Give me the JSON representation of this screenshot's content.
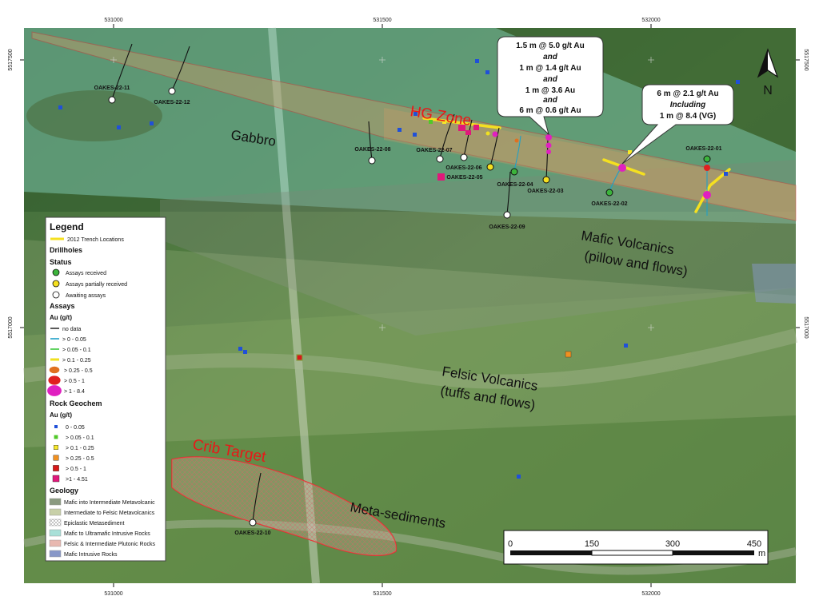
{
  "frame": {
    "x_ticks": [
      "531000",
      "531500",
      "532000"
    ],
    "y_ticks": [
      "5517500",
      "5517000"
    ]
  },
  "zones": {
    "hg": "HG Zone",
    "crib": "Crib Target"
  },
  "geology_labels": {
    "gabbro": "Gabbro",
    "mafic_1": "Mafic Volcanics",
    "mafic_2": "(pillow and flows)",
    "felsic_1": "Felsic Volcanics",
    "felsic_2": "(tuffs and flows)",
    "metased": "Meta-sediments"
  },
  "drillholes": [
    {
      "id": "OAKES-22-11",
      "status": "awaiting"
    },
    {
      "id": "OAKES-22-12",
      "status": "awaiting"
    },
    {
      "id": "OAKES-22-08",
      "status": "awaiting"
    },
    {
      "id": "OAKES-22-07",
      "status": "awaiting"
    },
    {
      "id": "OAKES-22-06",
      "status": "awaiting"
    },
    {
      "id": "OAKES-22-05",
      "status": "partial"
    },
    {
      "id": "OAKES-22-04",
      "status": "received"
    },
    {
      "id": "OAKES-22-03",
      "status": "partial"
    },
    {
      "id": "OAKES-22-09",
      "status": "awaiting"
    },
    {
      "id": "OAKES-22-02",
      "status": "received"
    },
    {
      "id": "OAKES-22-01",
      "status": "received"
    },
    {
      "id": "OAKES-22-10",
      "status": "awaiting"
    }
  ],
  "callouts": {
    "c1": [
      "1.5 m @ 5.0 g/t Au",
      "and",
      "1 m @ 1.4 g/t Au",
      "and",
      "1 m @ 3.6 Au",
      "and",
      "6 m @ 0.6 g/t Au"
    ],
    "c2": [
      "6 m @ 2.1 g/t Au",
      "Including",
      "1 m @ 8.4 (VG)"
    ]
  },
  "north_arrow": {
    "label": "N"
  },
  "scale_bar": {
    "labels": [
      "0",
      "150",
      "300",
      "450"
    ],
    "unit": "m"
  },
  "legend": {
    "title": "Legend",
    "trench": "2012 Trench Locations",
    "drillholes_heading": "Drillholes",
    "status_heading": "Status",
    "status_items": [
      "Assays received",
      "Assays partially received",
      "Awaiting assays"
    ],
    "assays_heading": "Assays",
    "au_heading": "Au (g/t)",
    "assay_items": [
      "no data",
      "> 0 - 0.05",
      "> 0.05 - 0.1",
      "> 0.1 - 0.25",
      "> 0.25 - 0.5",
      "> 0.5 - 1",
      "> 1 - 8.4"
    ],
    "rock_heading": "Rock Geochem",
    "rock_au_heading": "Au (g/t)",
    "rock_items": [
      "0 - 0.05",
      "> 0.05 - 0.1",
      "> 0.1 - 0.25",
      "> 0.25 - 0.5",
      "> 0.5 - 1",
      ">1 -  4.51"
    ],
    "geology_heading": "Geology",
    "geology_items": [
      "Mafic into Intermediate Metavolcanic",
      "Intermediate to Felsic Metavolcanics",
      "Epiclastic Metasediment",
      "Mafic to Ultramafic Intrusive Rocks",
      "Felsic & Intermediate Plutonic Rocks",
      "Mafic Intrusive Rocks"
    ]
  },
  "colors": {
    "assay_nodata": "#000000",
    "assay_0": "#1fa0c8",
    "assay_005": "#3cc83c",
    "assay_01": "#f0e020",
    "assay_025": "#e07020",
    "assay_05": "#e02020",
    "assay_1": "#e020c0",
    "rock_0": "#2050d8",
    "rock_005": "#50c828",
    "rock_01": "#f8e828",
    "rock_025": "#f09020",
    "rock_05": "#d81818",
    "rock_1": "#e0187a",
    "geo_mafic_int": "#8a9a80",
    "geo_int_felsic": "#c8d0a8",
    "geo_epiclastic": "#d8d8d8",
    "geo_ultramafic": "#a8e0d8",
    "geo_plutonic": "#e8b8b0",
    "geo_mafic_intr": "#8898c8"
  }
}
